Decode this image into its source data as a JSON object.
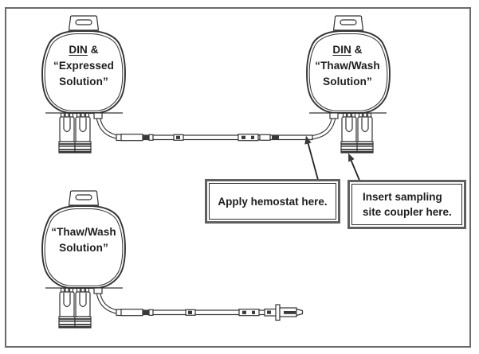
{
  "diagram": {
    "bags": [
      {
        "id": "expressed-solution-bag",
        "din": "DIN",
        "din_suffix": " &",
        "solution_line1": "“Expressed",
        "solution_line2": "Solution”"
      },
      {
        "id": "thaw-wash-din-bag",
        "din": "DIN",
        "din_suffix": " &",
        "solution_line1": "“Thaw/Wash",
        "solution_line2": "Solution”"
      },
      {
        "id": "thaw-wash-bag",
        "solution_line1": "“Thaw/Wash",
        "solution_line2": "Solution”"
      }
    ],
    "callouts": {
      "hemostat": {
        "text": "Apply hemostat here."
      },
      "coupler": {
        "line1": "Insert sampling",
        "line2": "site coupler here."
      }
    },
    "colors": {
      "line": "#333333",
      "callout_border": "#606060",
      "page_border": "#6a6a6a",
      "background": "#ffffff"
    }
  }
}
